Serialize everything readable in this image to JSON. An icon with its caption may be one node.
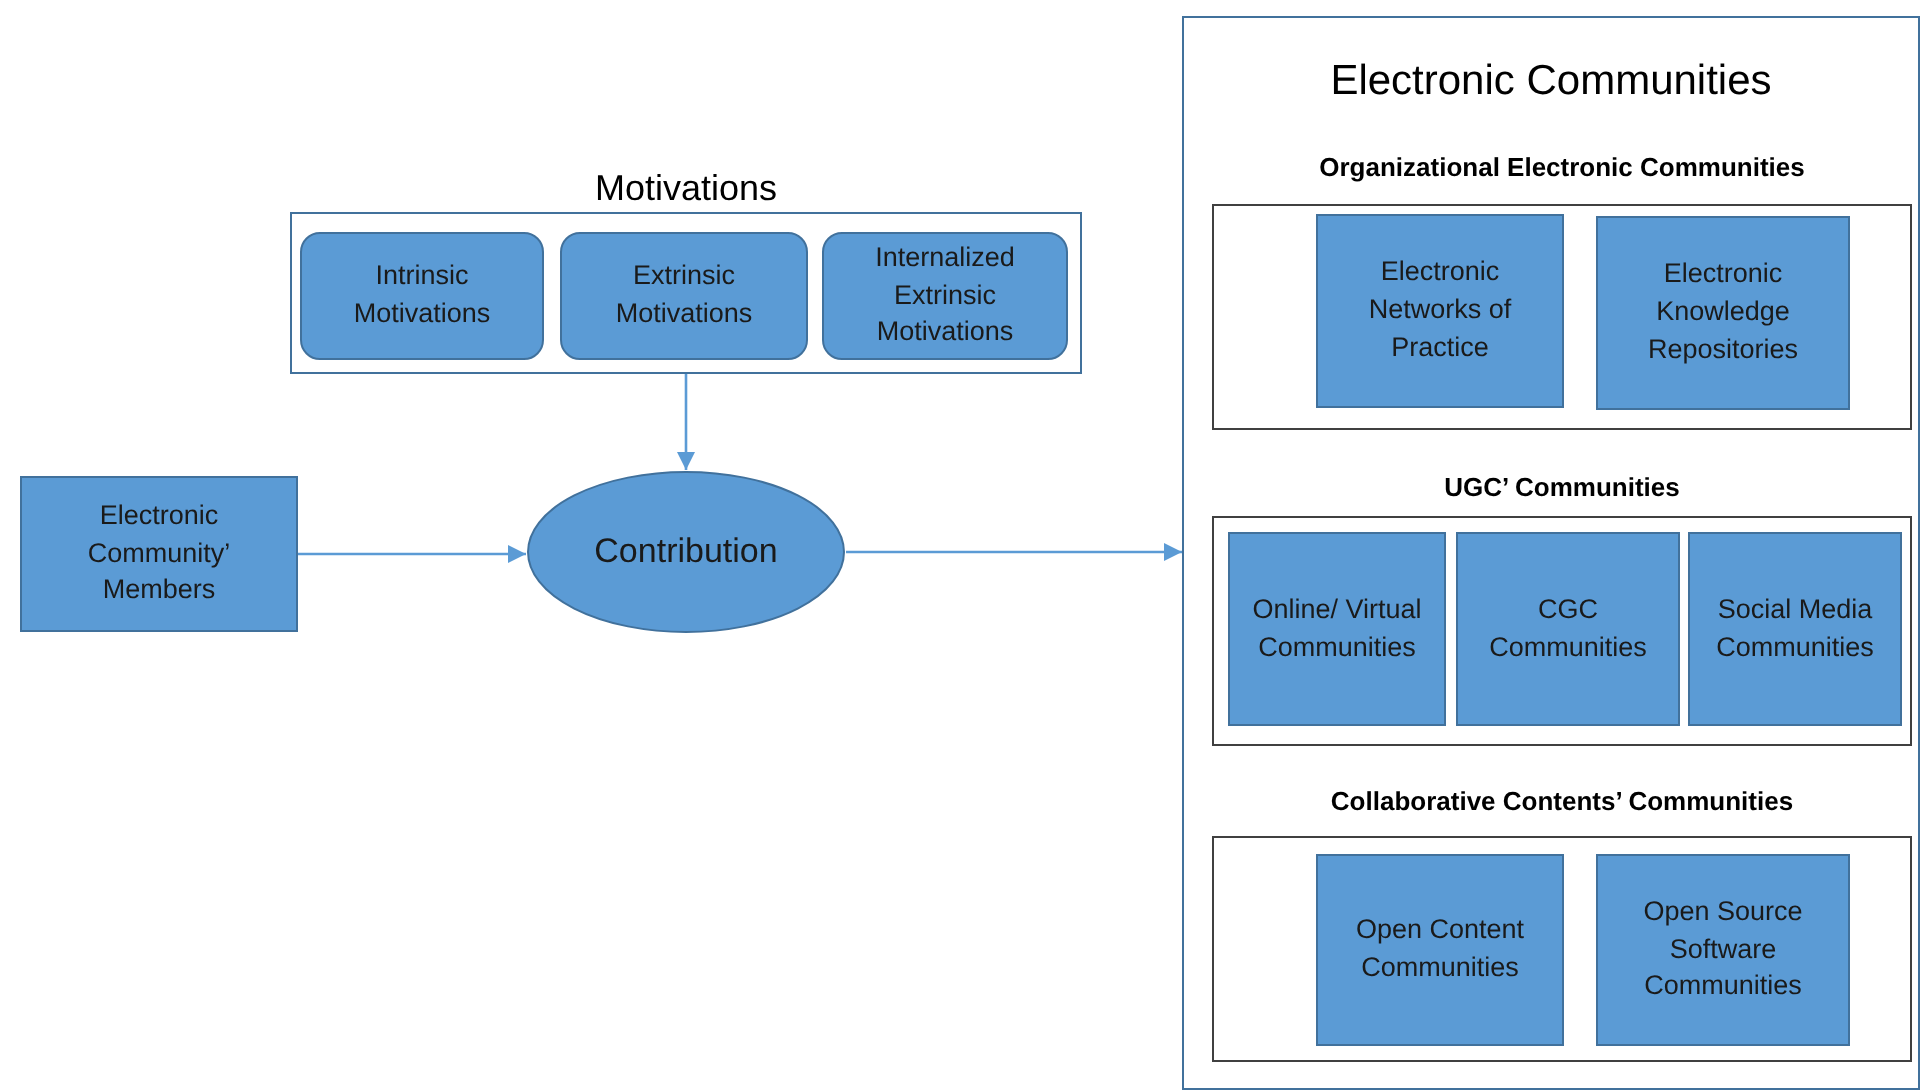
{
  "diagram": {
    "nodes": [
      {
        "text": [
          "Motivations"
        ]
      },
      {
        "text": [
          "Intrinsic Motivations"
        ],
        "in": 0
      },
      {
        "text": [
          "Extrinsic Motivations"
        ],
        "in": 0
      },
      {
        "text": [
          "Internalized Extrinsic Motivations"
        ],
        "in": 0
      },
      {
        "text": [
          "Electronic Community’ Members"
        ]
      },
      {
        "text": [
          "Contribution"
        ]
      },
      {
        "text": [
          "Electronic Communities"
        ]
      },
      {
        "text": [
          "Organizational Electronic Communities"
        ],
        "in": 6
      },
      {
        "text": [
          "Electronic Networks of Practice"
        ],
        "in": 7
      },
      {
        "text": [
          "Electronic Knowledge Repositories"
        ],
        "in": 7
      },
      {
        "text": [
          "UGC’ Communities"
        ],
        "in": 6
      },
      {
        "text": [
          "Online/ Virtual Communities"
        ],
        "in": 10
      },
      {
        "text": [
          "CGC Communities"
        ],
        "in": 10
      },
      {
        "text": [
          "Social Media Communities"
        ],
        "in": 10
      },
      {
        "text": [
          "Collaborative Contents’ Communities"
        ],
        "in": 6
      },
      {
        "text": [
          "Open Content Communities"
        ],
        "in": 14
      },
      {
        "text": [
          "Open Source Software Communities"
        ],
        "in": 14
      }
    ],
    "edges": [
      {
        "from": 0,
        "to": 5,
        "arrow": "to"
      },
      {
        "from": 4,
        "to": 5,
        "arrow": "to"
      },
      {
        "from": 5,
        "to": 6,
        "arrow": "to"
      }
    ]
  }
}
